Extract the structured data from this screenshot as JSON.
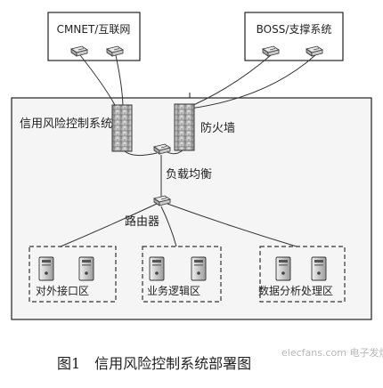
{
  "diagram": {
    "external_nodes": {
      "cmnet": "CMNET/互联网",
      "boss": "BOSS/支撑系统"
    },
    "labels": {
      "system_region": "信用风险控制系统",
      "firewall": "防火墙",
      "load_balancer": "负载均衡",
      "router": "路由器"
    },
    "zones": [
      {
        "label": "对外接口区"
      },
      {
        "label": "业务逻辑区"
      },
      {
        "label": "数据分析处理区"
      }
    ],
    "caption": "图1　信用风险控制系统部署图",
    "watermark": "elecfans.com 电子发烧友"
  }
}
